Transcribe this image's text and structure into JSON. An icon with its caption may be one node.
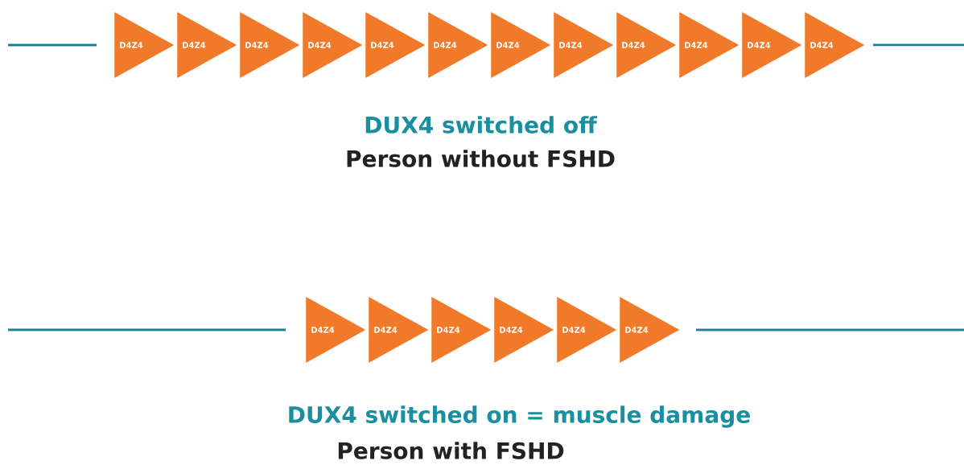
{
  "diagram": {
    "nodes": [
      {
        "text": [
          "D4Z4"
        ]
      },
      {
        "text": [
          "D4Z4"
        ]
      },
      {
        "text": [
          "D4Z4"
        ]
      },
      {
        "text": [
          "D4Z4"
        ]
      },
      {
        "text": [
          "D4Z4"
        ]
      },
      {
        "text": [
          "D4Z4"
        ]
      },
      {
        "text": [
          "D4Z4"
        ]
      },
      {
        "text": [
          "D4Z4"
        ]
      },
      {
        "text": [
          "D4Z4"
        ]
      },
      {
        "text": [
          "D4Z4"
        ]
      },
      {
        "text": [
          "D4Z4"
        ]
      },
      {
        "text": [
          "D4Z4"
        ]
      },
      {
        "text": [
          "D4Z4"
        ]
      },
      {
        "text": [
          "D4Z4"
        ]
      },
      {
        "text": [
          "D4Z4"
        ]
      },
      {
        "text": [
          "D4Z4"
        ]
      },
      {
        "text": [
          "D4Z4"
        ]
      },
      {
        "text": [
          "D4Z4"
        ]
      }
    ],
    "labels": [
      "DUX4 switched off",
      "Person without FSHD",
      "DUX4 switched on = muscle damage",
      "Person with FSHD"
    ]
  }
}
